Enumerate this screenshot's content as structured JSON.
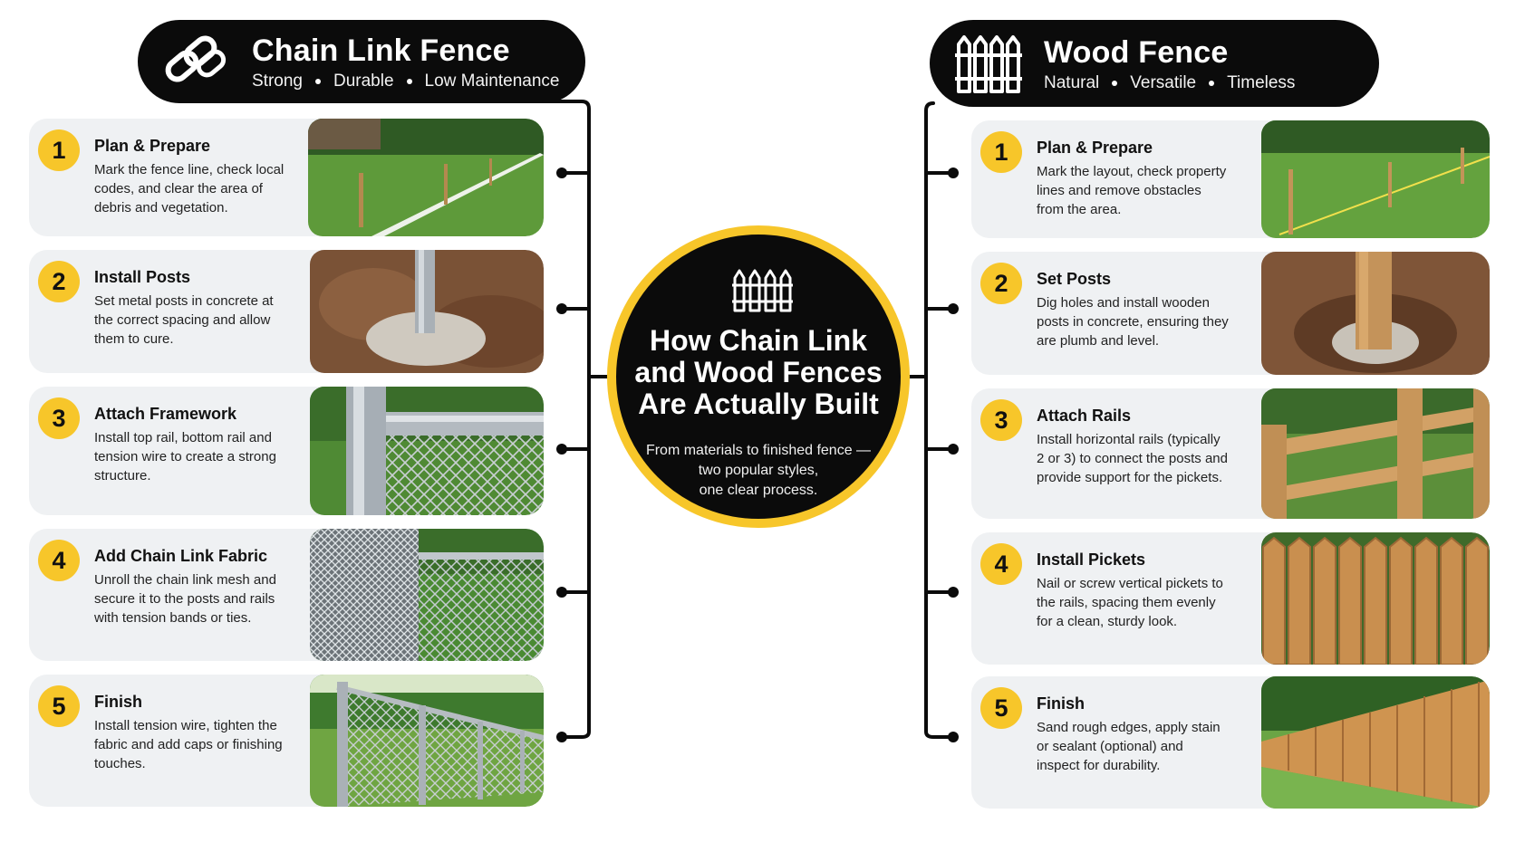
{
  "colors": {
    "accent": "#f7c62a",
    "dark": "#0b0b0b",
    "card": "#eff1f3"
  },
  "left": {
    "icon": "chain-link-icon",
    "title": "Chain Link Fence",
    "tags": [
      "Strong",
      "Durable",
      "Low Maintenance"
    ],
    "steps": [
      {
        "num": "1",
        "title": "Plan & Prepare",
        "desc": "Mark the fence line, check local codes, and clear the area of debris and vegetation.",
        "image": "fence-line-stakes-photo"
      },
      {
        "num": "2",
        "title": "Install Posts",
        "desc": "Set metal posts in concrete at the correct spacing and allow them to cure.",
        "image": "metal-post-concrete-photo"
      },
      {
        "num": "3",
        "title": "Attach Framework",
        "desc": "Install top rail, bottom rail and tension wire to create a strong structure.",
        "image": "top-rail-framework-photo"
      },
      {
        "num": "4",
        "title": "Add Chain Link Fabric",
        "desc": "Unroll the chain link mesh and secure it to the posts and rails with tension bands or ties.",
        "image": "chain-link-mesh-roll-photo"
      },
      {
        "num": "5",
        "title": "Finish",
        "desc": "Install tension wire, tighten the fabric and add caps or finishing touches.",
        "image": "finished-chain-link-fence-photo"
      }
    ]
  },
  "center": {
    "icon": "picket-fence-icon",
    "title": "How Chain Link and Wood Fences Are Actually Built",
    "title_lines": [
      "How Chain Link",
      "and Wood Fences",
      "Are Actually Built"
    ],
    "subtitle_lines": [
      "From materials to finished fence —",
      "two popular styles,",
      "one clear process."
    ]
  },
  "right": {
    "icon": "picket-fence-icon",
    "title": "Wood Fence",
    "tags": [
      "Natural",
      "Versatile",
      "Timeless"
    ],
    "steps": [
      {
        "num": "1",
        "title": "Plan & Prepare",
        "desc": "Mark the layout, check property lines and remove obstacles from the area.",
        "image": "layout-string-stakes-photo"
      },
      {
        "num": "2",
        "title": "Set Posts",
        "desc": "Dig holes and install wooden posts in concrete, ensuring they are plumb and level.",
        "image": "wood-post-concrete-photo"
      },
      {
        "num": "3",
        "title": "Attach Rails",
        "desc": "Install horizontal rails (typically 2 or 3) to connect the posts and provide support for the pickets.",
        "image": "wood-rails-photo"
      },
      {
        "num": "4",
        "title": "Install Pickets",
        "desc": "Nail or screw vertical pickets to the rails, spacing them evenly for a clean, sturdy look.",
        "image": "wood-pickets-photo"
      },
      {
        "num": "5",
        "title": "Finish",
        "desc": "Sand rough edges, apply stain or sealant (optional) and inspect for durability.",
        "image": "finished-wood-fence-photo"
      }
    ]
  }
}
